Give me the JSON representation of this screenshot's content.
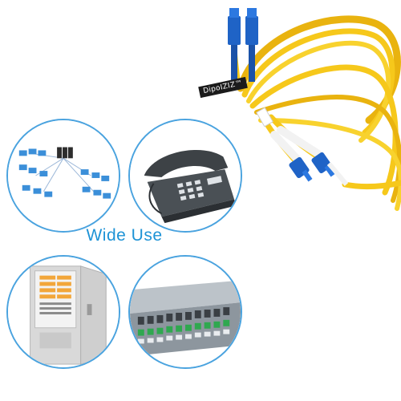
{
  "caption": "Wide Use",
  "brand_tag": "DipoIZIZ™",
  "scenes": [
    {
      "name": "network-topology",
      "icon": "network-computers-icon"
    },
    {
      "name": "desk-telephone",
      "icon": "telephone-icon"
    },
    {
      "name": "distribution-cabinet",
      "icon": "fiber-cabinet-icon"
    },
    {
      "name": "patch-panel",
      "icon": "patch-panel-icon"
    }
  ],
  "colors": {
    "circle_border": "#4aa3df",
    "caption": "#1e93d6",
    "cable_yellow": "#f6c81b",
    "connector_blue": "#1f63c6"
  }
}
